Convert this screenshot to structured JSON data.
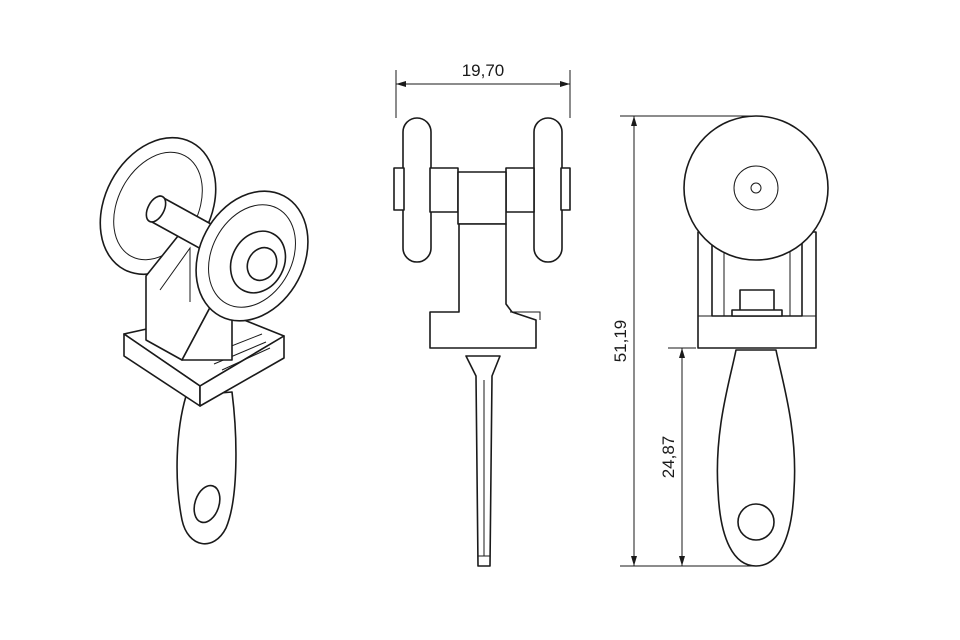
{
  "dimensions": {
    "width_label": "19,70",
    "total_height_label": "51,19",
    "handle_height_label": "24,87"
  }
}
